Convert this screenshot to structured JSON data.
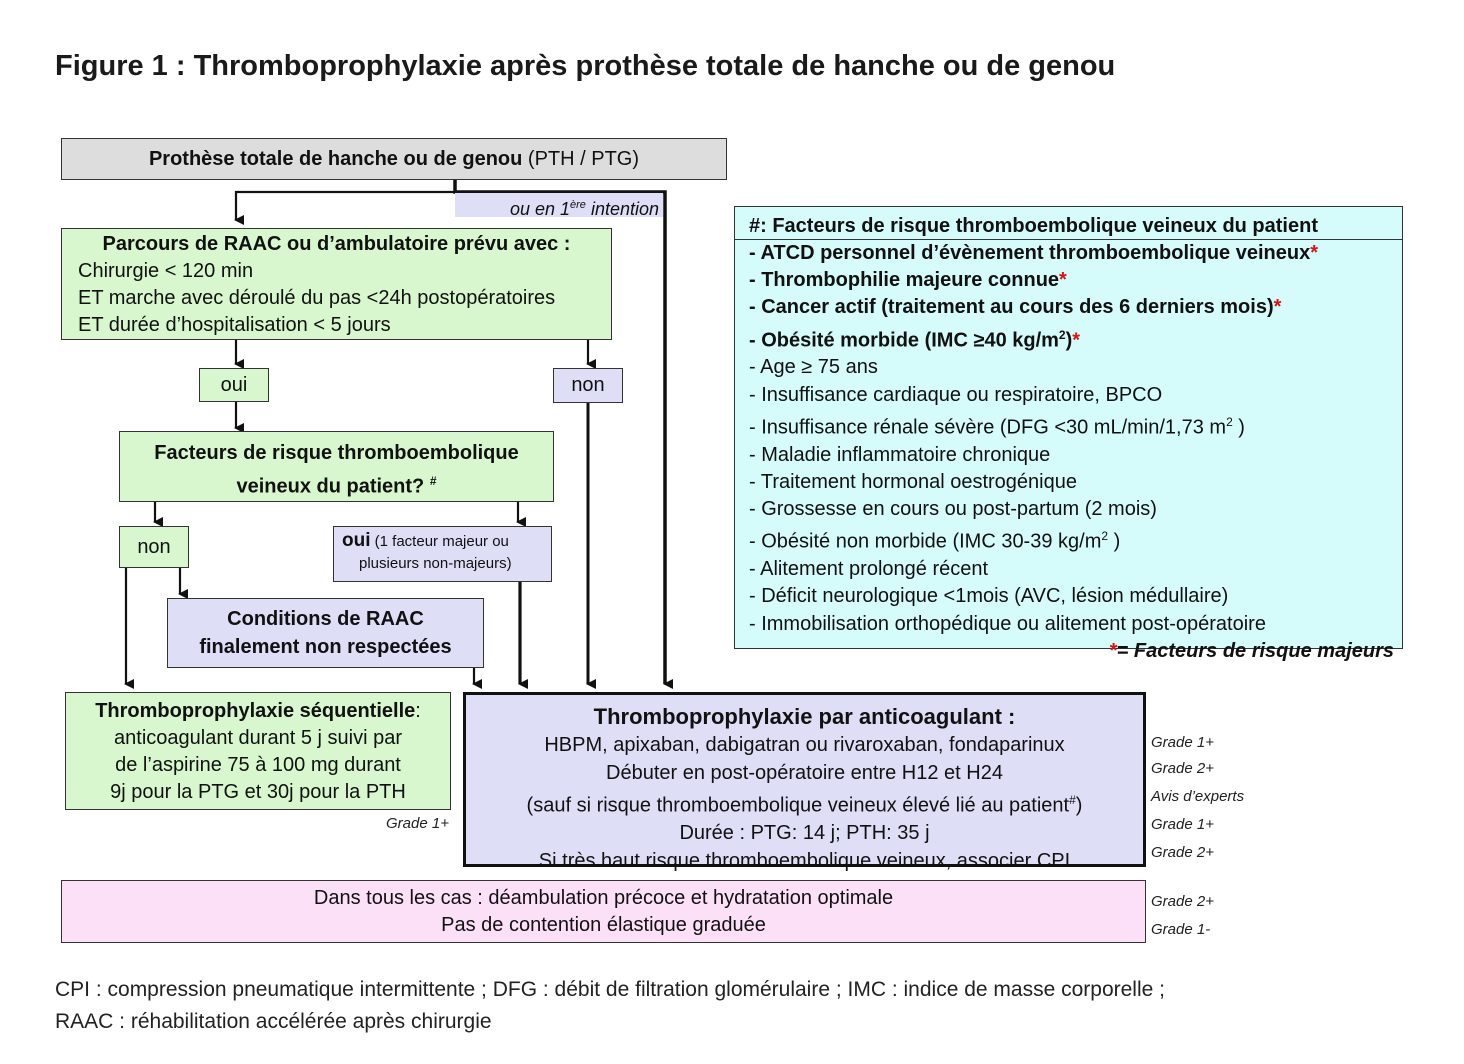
{
  "title": "Figure 1 : Thromboprophylaxie après prothèse totale de hanche ou de genou",
  "top_box": {
    "bold": "Prothèse totale de hanche ou de genou",
    "normal": " (PTH / PTG)"
  },
  "intention_label": {
    "pre": "ou en 1",
    "sup": "ère",
    "post": " intention"
  },
  "raac_box": {
    "heading": "Parcours de RAAC ou d’ambulatoire prévu avec :",
    "lines": [
      "Chirurgie < 120 min",
      "ET marche avec déroulé du pas <24h postopératoires",
      "ET durée d’hospitalisation < 5 jours"
    ]
  },
  "oui_1": "oui",
  "non_1": "non",
  "risk_question": {
    "line1": "Facteurs de risque thromboembolique",
    "line2": "veineux du patient? ",
    "sup": "#"
  },
  "non_2": "non",
  "oui_2": {
    "bold": "oui",
    "line1": " (1 facteur majeur ou",
    "line2": "plusieurs non-majeurs)"
  },
  "conditions_box": {
    "line1": "Conditions de RAAC",
    "line2": "finalement non respectées"
  },
  "sequential_box": {
    "heading": "Thromboprophylaxie séquentielle",
    "colon": ":",
    "lines": [
      "anticoagulant durant 5 j suivi par",
      "de l’aspirine 75 à 100 mg durant",
      "9j pour la PTG et 30j pour la PTH"
    ],
    "grade": "Grade 1+"
  },
  "anticoag_box": {
    "heading": "Thromboprophylaxie par anticoagulant :",
    "lines": [
      {
        "pre": "HBPM, apixaban, dabigatran ou rivaroxaban, fondaparinux",
        "sup": "",
        "post": "",
        "grade": "Grade 1+"
      },
      {
        "pre": "Débuter en post-opératoire entre H12 et H24",
        "sup": "",
        "post": "",
        "grade": "Grade 2+"
      },
      {
        "pre": "(sauf si risque thromboembolique veineux élevé lié au patient",
        "sup": "#",
        "post": ")",
        "grade": "Avis d’experts"
      },
      {
        "pre": "Durée : PTG: 14 j; PTH: 35 j",
        "sup": "",
        "post": "",
        "grade": "Grade 1+"
      },
      {
        "pre": "Si très haut risque thromboembolique veineux, associer CPI",
        "sup": "",
        "post": "",
        "grade": "Grade 2+"
      }
    ]
  },
  "all_cases_box": {
    "lines": [
      {
        "text": "Dans tous les cas : déambulation précoce et hydratation optimale",
        "grade": "Grade 2+"
      },
      {
        "text": "Pas de contention élastique graduée",
        "grade": "Grade 1-"
      }
    ]
  },
  "risk_factors_box": {
    "heading": "#: Facteurs de risque thromboembolique veineux du patient",
    "major": [
      {
        "pre": "- ATCD personnel d’évènement thromboembolique veineux",
        "sup": "",
        "post": "",
        "star": "*"
      },
      {
        "pre": "- Thrombophilie majeure connue",
        "sup": "",
        "post": "",
        "star": "*"
      },
      {
        "pre": "- Cancer actif (traitement au cours des 6 derniers mois)",
        "sup": "",
        "post": "",
        "star": "*"
      },
      {
        "pre": "- Obésité morbide  (IMC ≥40 kg/m",
        "sup": "2",
        "post": ")",
        "star": "*"
      }
    ],
    "minor": [
      {
        "pre": "- Age ≥ 75 ans",
        "sup": "",
        "post": ""
      },
      {
        "pre": "- Insuffisance cardiaque ou respiratoire, BPCO",
        "sup": "",
        "post": ""
      },
      {
        "pre": "- Insuffisance rénale sévère (DFG <30 mL/min/1,73 m",
        "sup": "2",
        "post": " )"
      },
      {
        "pre": "- Maladie inflammatoire chronique",
        "sup": "",
        "post": ""
      },
      {
        "pre": "- Traitement hormonal oestrogénique",
        "sup": "",
        "post": ""
      },
      {
        "pre": "- Grossesse en cours ou post-partum (2 mois)",
        "sup": "",
        "post": ""
      },
      {
        "pre": "- Obésité non morbide (IMC 30-39 kg/m",
        "sup": "2",
        "post": " )"
      },
      {
        "pre": "- Alitement prolongé récent",
        "sup": "",
        "post": ""
      },
      {
        "pre": "- Déficit neurologique <1mois (AVC, lésion médullaire)",
        "sup": "",
        "post": ""
      },
      {
        "pre": "- Immobilisation orthopédique ou alitement post-opératoire",
        "sup": "",
        "post": ""
      }
    ],
    "legend": {
      "star": "*",
      "text": "= Facteurs de risque majeurs"
    }
  },
  "footnote": {
    "line1": "CPI : compression pneumatique intermittente ; DFG : débit de filtration glomérulaire ; IMC : indice de masse corporelle ;",
    "line2": "RAAC : réhabilitation accélérée après chirurgie"
  }
}
